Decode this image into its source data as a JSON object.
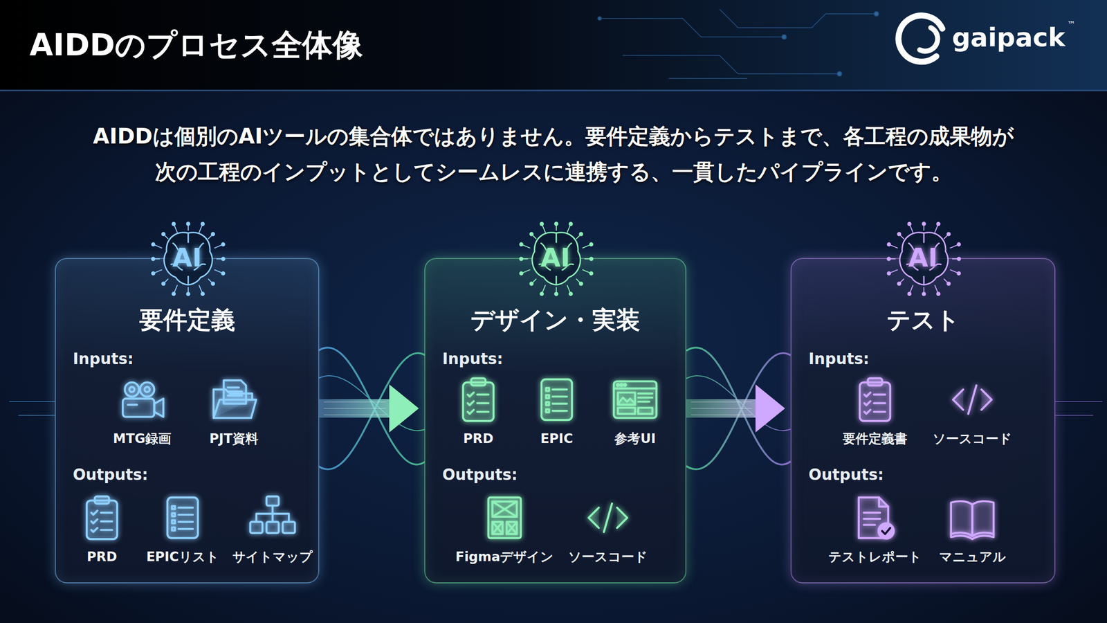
{
  "diagram": {
    "title": "AIDDのプロセス全体像",
    "nodes": [
      {
        "text": [
          "AI",
          "要件定義",
          "Inputs:",
          "Outputs:"
        ]
      },
      {
        "text": [
          "MTG録画"
        ],
        "in": 0
      },
      {
        "text": [
          "PJT資料"
        ],
        "in": 0
      },
      {
        "text": [
          "PRD"
        ],
        "in": 0
      },
      {
        "text": [
          "EPICリスト"
        ],
        "in": 0
      },
      {
        "text": [
          "サイトマップ"
        ],
        "in": 0
      },
      {
        "text": [
          "AI",
          "デザイン・実装",
          "Inputs:",
          "Outputs:"
        ]
      },
      {
        "text": [
          "PRD"
        ],
        "in": 6
      },
      {
        "text": [
          "EPIC"
        ],
        "in": 6
      },
      {
        "text": [
          "参考UI"
        ],
        "in": 6
      },
      {
        "text": [
          "Figmaデザイン"
        ],
        "in": 6
      },
      {
        "text": [
          "ソースコード"
        ],
        "in": 6
      },
      {
        "text": [
          "AI",
          "テスト",
          "Inputs:",
          "Outputs:"
        ]
      },
      {
        "text": [
          "要件定義書"
        ],
        "in": 12
      },
      {
        "text": [
          "ソースコード"
        ],
        "in": 12
      },
      {
        "text": [
          "テストレポート"
        ],
        "in": 12
      },
      {
        "text": [
          "マニュアル"
        ],
        "in": 12
      }
    ],
    "edges": [
      {
        "from": 0,
        "to": 6,
        "arrow": "to"
      },
      {
        "from": 6,
        "to": 12,
        "arrow": "to"
      }
    ],
    "labels": [
      "gaipack",
      "™",
      "AIDDは個別のAIツールの集合体ではありません。要件定義からテストまで、各工程の成果物が 次の工程のインプットとしてシームレスに連携する、一貫したパイプラインです。"
    ]
  }
}
